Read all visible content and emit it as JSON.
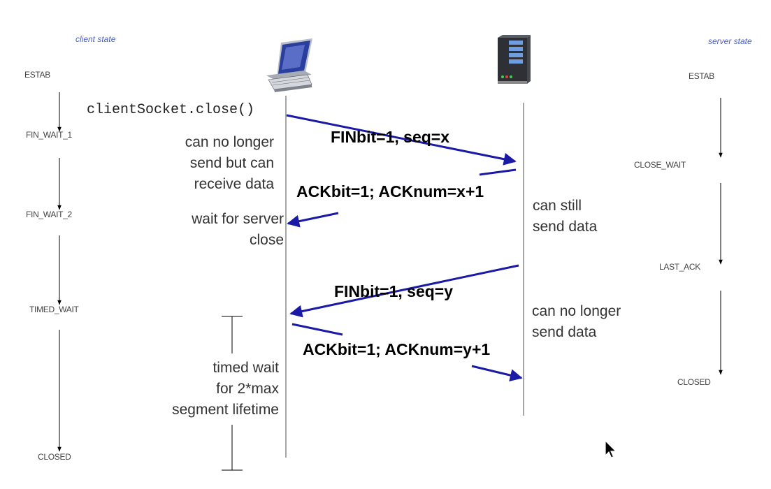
{
  "headers": {
    "client_state": "client state",
    "server_state": "server state"
  },
  "client_states": [
    "ESTAB",
    "FIN_WAIT_1",
    "FIN_WAIT_2",
    "TIMED_WAIT",
    "CLOSED"
  ],
  "server_states": [
    "ESTAB",
    "CLOSE_WAIT",
    "LAST_ACK",
    "CLOSED"
  ],
  "client_call": "clientSocket.close()",
  "messages": [
    "FINbit=1, seq=x",
    "ACKbit=1; ACKnum=x+1",
    "FINbit=1, seq=y",
    "ACKbit=1; ACKnum=y+1"
  ],
  "client_notes": {
    "no_send": [
      "can no longer",
      "send but can",
      "receive data"
    ],
    "wait": [
      "wait for server",
      "close"
    ],
    "timed": [
      "timed wait",
      "for 2*max",
      "segment lifetime"
    ]
  },
  "server_notes": {
    "still_send": [
      "can still",
      "send data"
    ],
    "no_send": [
      "can no longer",
      "send data"
    ]
  },
  "icons": {
    "client": "desktop-computer-icon",
    "server": "server-tower-icon",
    "pointer": "mouse-cursor-icon"
  },
  "colors": {
    "arrow": "#1a1aa6",
    "header_text": "#4a5fc1",
    "timeline": "#777777"
  }
}
